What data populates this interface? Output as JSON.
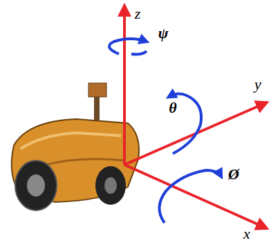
{
  "diagram": {
    "labels": [
      "z",
      "ψ",
      "y",
      "θ",
      "Ø",
      "x"
    ]
  }
}
